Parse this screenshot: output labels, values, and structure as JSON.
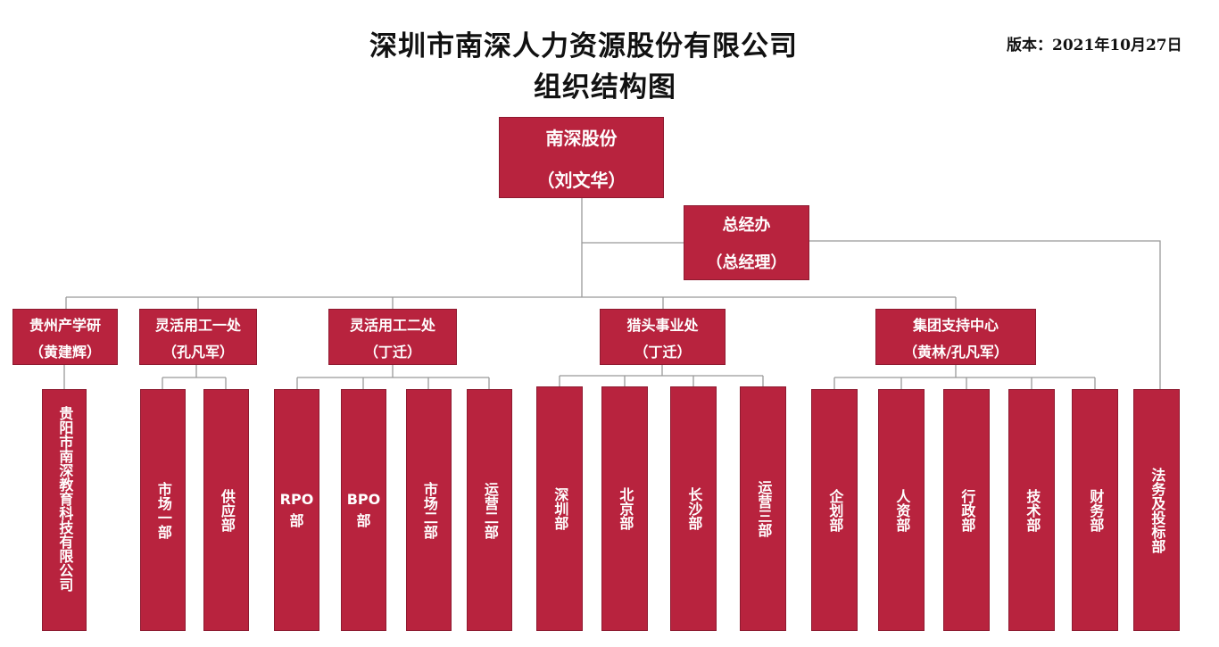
{
  "header": {
    "title_line1": "深圳市南深人力资源股份有限公司",
    "title_line2": "组织结构图",
    "version": "版本：2021年10月27日"
  },
  "colors": {
    "box_fill": "#b8233e",
    "line": "#999999",
    "text": "#ffffff"
  },
  "top": {
    "name": "南深股份",
    "person": "（刘文华）"
  },
  "office": {
    "name": "总经办",
    "person": "（总经理）"
  },
  "divisions": [
    {
      "name": "贵州产学研",
      "person": "（黄建辉）"
    },
    {
      "name": "灵活用工一处",
      "person": "（孔凡军）"
    },
    {
      "name": "灵活用工二处",
      "person": "（丁迁）"
    },
    {
      "name": "猎头事业处",
      "person": "（丁迁）"
    },
    {
      "name": "集团支持中心",
      "person": "（黄林/孔凡军）"
    }
  ],
  "departments": {
    "guizhou": [
      "贵阳市南深教育科技有限公司"
    ],
    "flex1": [
      "市场一部",
      "供应部"
    ],
    "flex2": [
      {
        "top": "RPO",
        "bottom": "部"
      },
      {
        "top": "BPO",
        "bottom": "部"
      },
      "市场二部",
      "运营二部"
    ],
    "headhunt": [
      "深圳部",
      "北京部",
      "长沙部",
      "运营三部"
    ],
    "support": [
      "企划部",
      "人资部",
      "行政部",
      "技术部",
      "财务部"
    ],
    "legal": "法务及投标部"
  }
}
